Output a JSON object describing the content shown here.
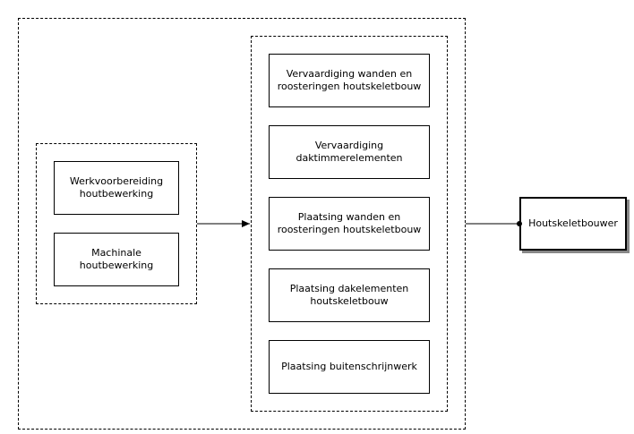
{
  "diagram": {
    "left_group": {
      "boxes": [
        {
          "label": "Werkvoorbereiding\nhoutbewerking"
        },
        {
          "label": "Machinale\nhoutbewerking"
        }
      ]
    },
    "right_group": {
      "boxes": [
        {
          "label": "Vervaardiging wanden en\nroosteringen houtskeletbouw"
        },
        {
          "label": "Vervaardiging\ndaktimmerelementen"
        },
        {
          "label": "Plaatsing wanden en\nroosteringen houtskeletbouw"
        },
        {
          "label": "Plaatsing dakelementen\nhoutskeletbouw"
        },
        {
          "label": "Plaatsing buitenschrijnwerk"
        }
      ]
    },
    "result": {
      "label": "Houtskeletbouwer"
    }
  }
}
